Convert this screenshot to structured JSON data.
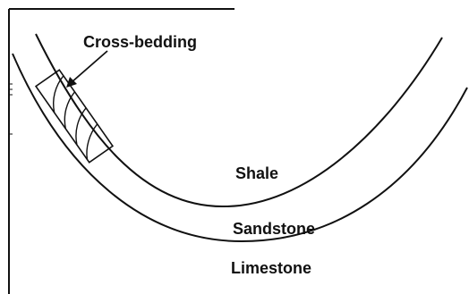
{
  "labels": {
    "cross_bedding": "Cross-bedding",
    "shale": "Shale",
    "sandstone": "Sandstone",
    "limestone": "Limestone"
  },
  "colors": {
    "ink": "#111111",
    "background": "#ffffff"
  }
}
